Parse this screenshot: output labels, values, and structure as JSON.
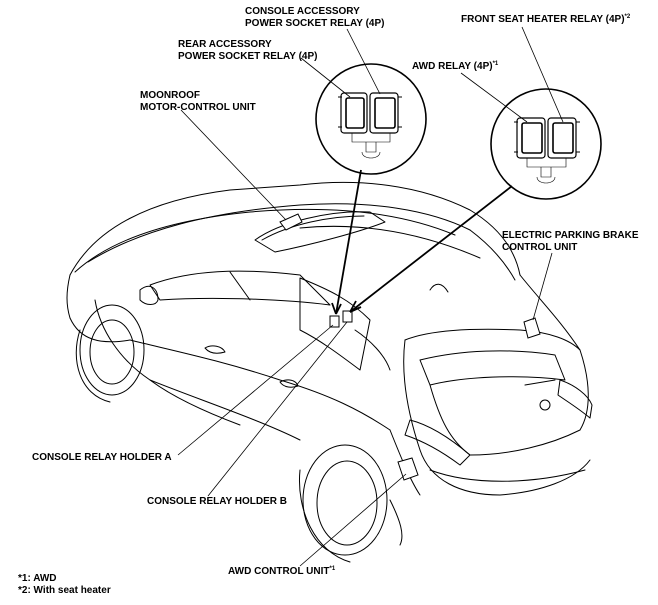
{
  "labels": {
    "console_accessory_line1": "CONSOLE ACCESSORY",
    "console_accessory_line2": "POWER SOCKET RELAY (4P)",
    "rear_accessory_line1": "REAR ACCESSORY",
    "rear_accessory_line2": "POWER SOCKET RELAY (4P)",
    "front_seat_heater": "FRONT SEAT HEATER RELAY (4P)",
    "front_seat_heater_sup": "*2",
    "awd_relay": "AWD RELAY (4P)",
    "awd_relay_sup": "*1",
    "moonroof_line1": "MOONROOF",
    "moonroof_line2": "MOTOR-CONTROL UNIT",
    "epb_line1": "ELECTRIC PARKING BRAKE",
    "epb_line2": "CONTROL UNIT",
    "console_relay_holder_a": "CONSOLE RELAY HOLDER A",
    "console_relay_holder_b": "CONSOLE RELAY HOLDER B",
    "awd_control_unit": "AWD CONTROL UNIT",
    "awd_control_unit_sup": "*1"
  },
  "footnotes": {
    "note1": "*1: AWD",
    "note2": "*2: With seat heater"
  }
}
